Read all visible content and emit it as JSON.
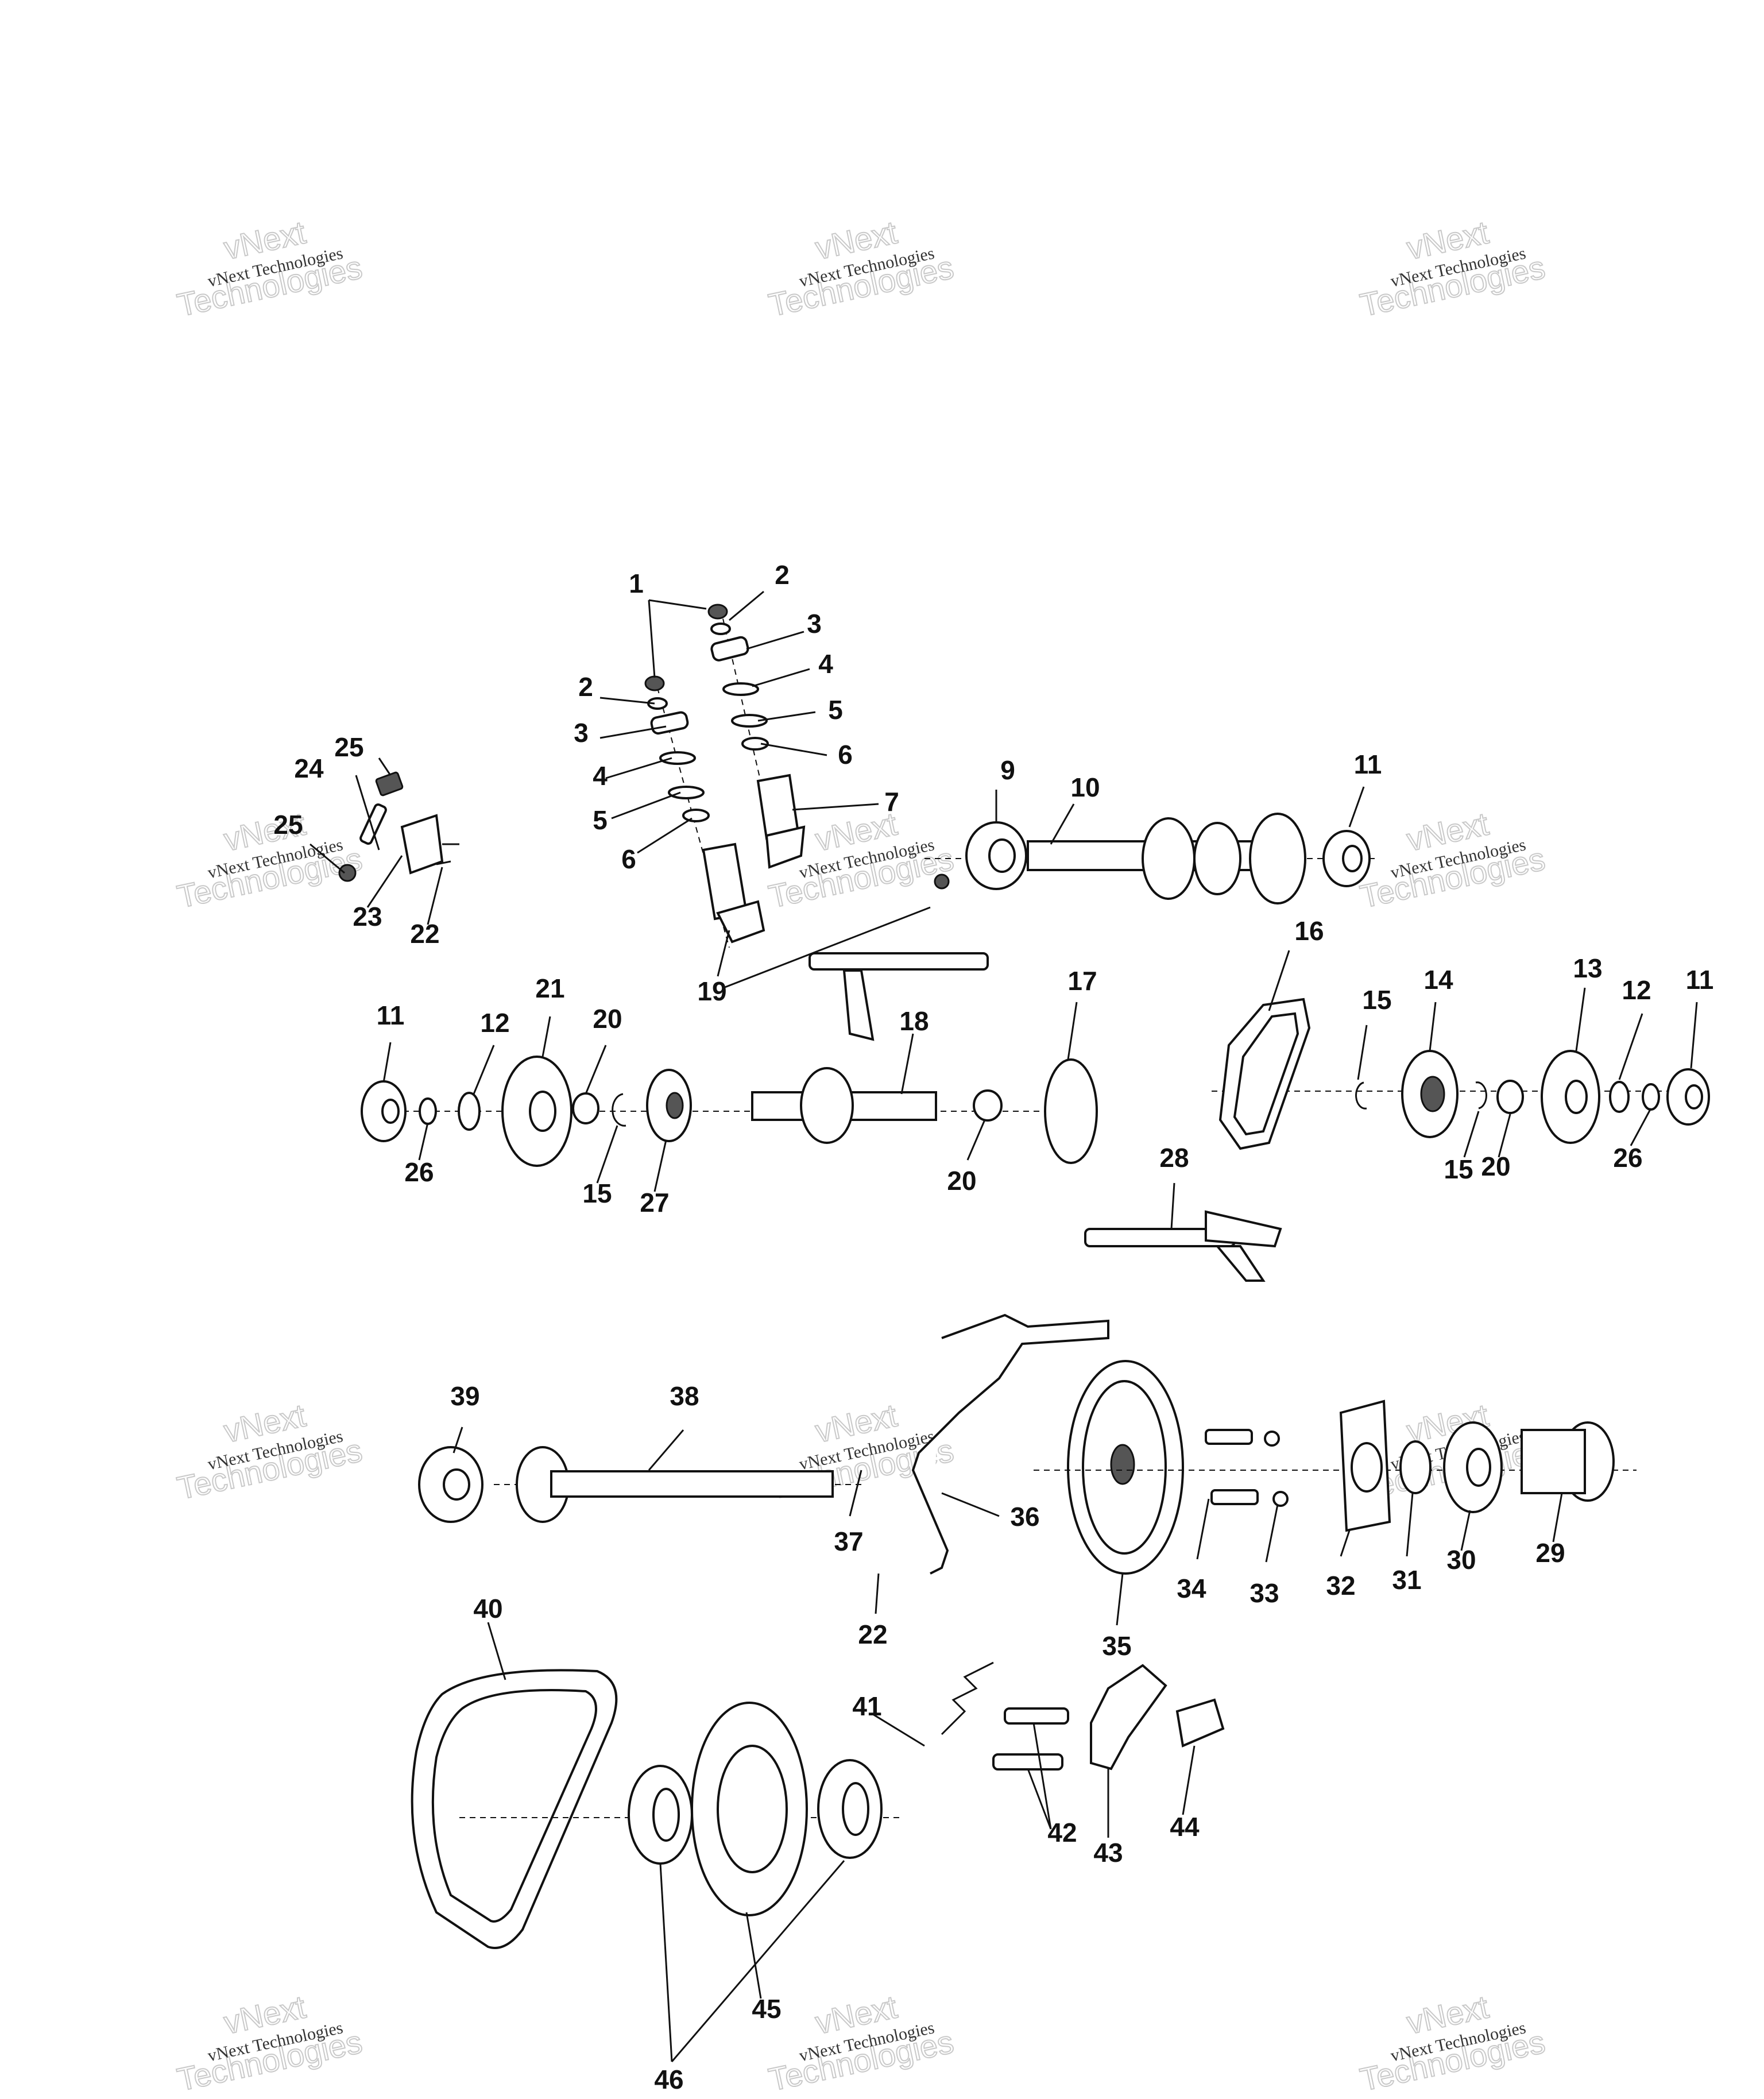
{
  "watermark": {
    "line1": "vNext Technologies",
    "line2": "vNext",
    "line3": "Technologies"
  },
  "callouts": {
    "c1": "1",
    "c2a": "2",
    "c2b": "2",
    "c3a": "3",
    "c3b": "3",
    "c4a": "4",
    "c4b": "4",
    "c5a": "5",
    "c5b": "5",
    "c6a": "6",
    "c6b": "6",
    "c7": "7",
    "c9": "9",
    "c10": "10",
    "c11a": "11",
    "c11b": "11",
    "c11c": "11",
    "c12a": "12",
    "c12b": "12",
    "c13": "13",
    "c14": "14",
    "c15a": "15",
    "c15b": "15",
    "c15c": "15",
    "c16": "16",
    "c17": "17",
    "c18": "18",
    "c19": "19",
    "c20a": "20",
    "c20b": "20",
    "c20c": "20",
    "c21": "21",
    "c22a": "22",
    "c22b": "22",
    "c23": "23",
    "c24": "24",
    "c25a": "25",
    "c25b": "25",
    "c26a": "26",
    "c26b": "26",
    "c27": "27",
    "c28": "28",
    "c29": "29",
    "c30": "30",
    "c31": "31",
    "c32": "32",
    "c33": "33",
    "c34": "34",
    "c35": "35",
    "c36": "36",
    "c37": "37",
    "c38": "38",
    "c39": "39",
    "c40": "40",
    "c41": "41",
    "c42": "42",
    "c43": "43",
    "c44": "44",
    "c45": "45",
    "c46": "46"
  }
}
